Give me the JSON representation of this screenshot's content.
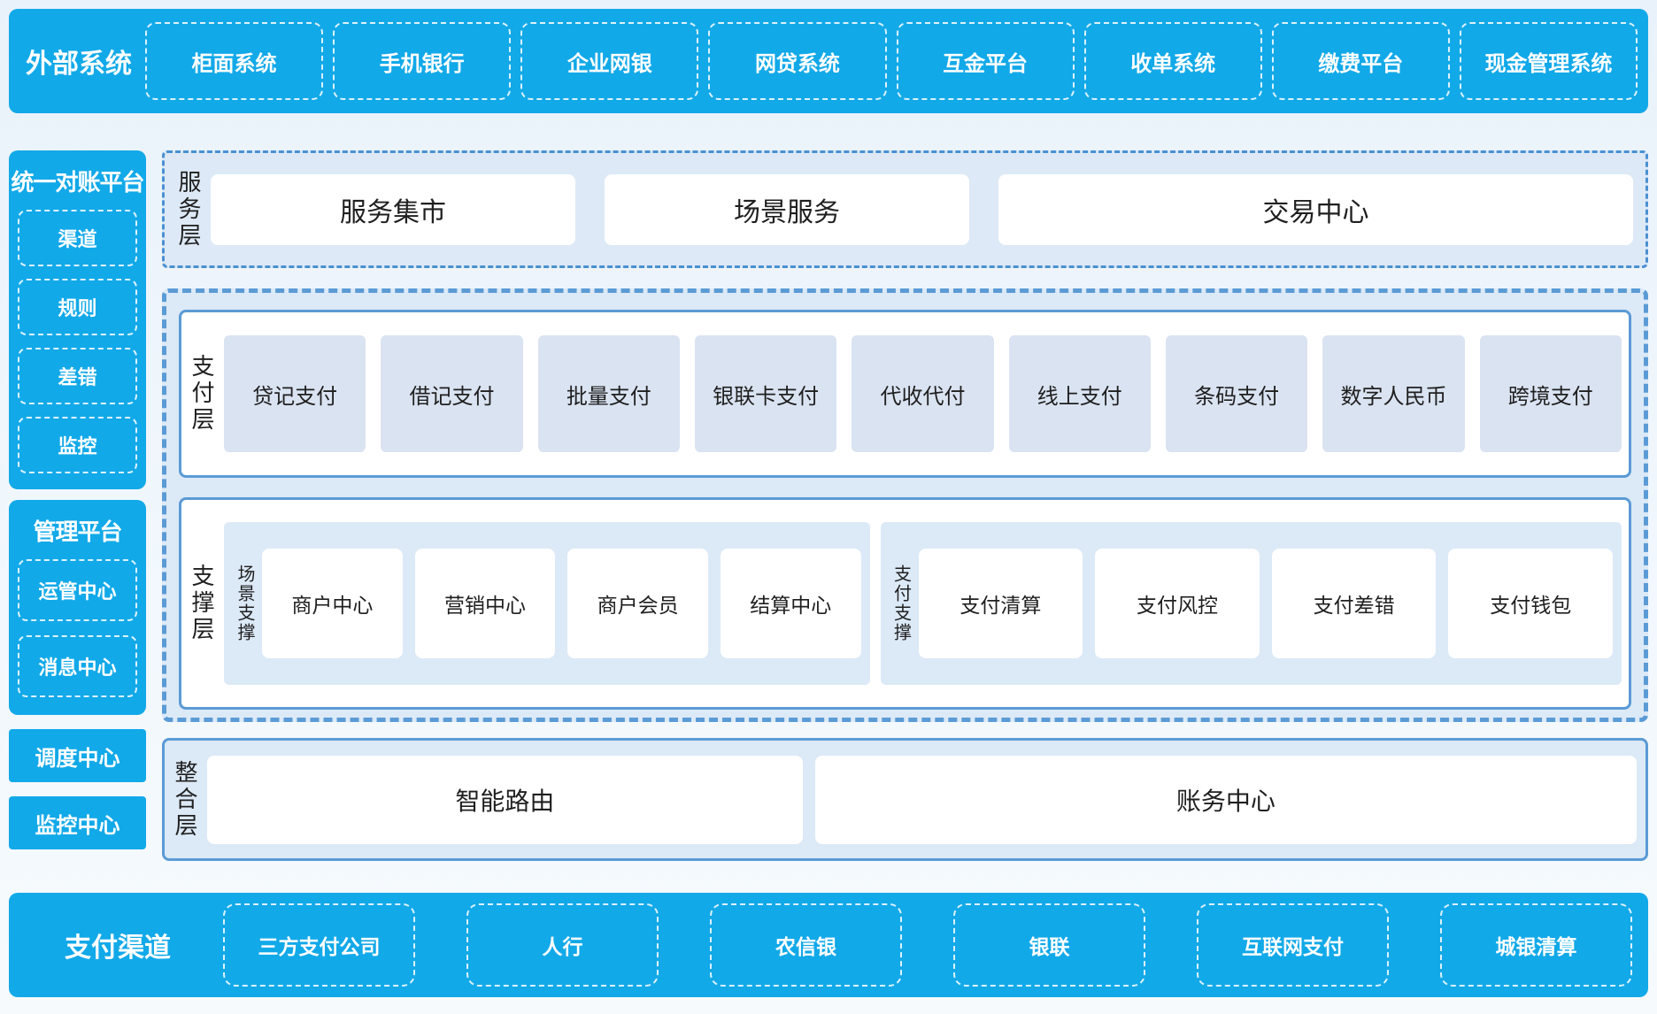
{
  "colors": {
    "accent_blue": "#12a9e9",
    "panel_light_blue": "#dce9f7",
    "item_light_blue": "#dae3f1",
    "border_blue": "#5b9bd5",
    "text_dark": "#1f1f1f",
    "text_white": "#ffffff"
  },
  "top_bar": {
    "title": "外部系统",
    "chips": [
      "柜面系统",
      "手机银行",
      "企业网银",
      "网贷系统",
      "互金平台",
      "收单系统",
      "缴费平台",
      "现金管理系统"
    ]
  },
  "sidebar": {
    "panels": [
      {
        "title": "统一对账平台",
        "chips": [
          "渠道",
          "规则",
          "差错",
          "监控"
        ]
      },
      {
        "title": "管理平台",
        "chips": [
          "运管中心",
          "消息中心"
        ]
      }
    ],
    "boxes": [
      "调度中心",
      "监控中心"
    ]
  },
  "layers": {
    "service": {
      "label": "服务层",
      "boxes": [
        "服务集市",
        "场景服务",
        "交易中心"
      ]
    },
    "payment": {
      "label": "支付层",
      "items": [
        "贷记支付",
        "借记支付",
        "批量支付",
        "银联卡支付",
        "代收代付",
        "线上支付",
        "条码支付",
        "数字人民币",
        "跨境支付"
      ]
    },
    "support": {
      "label": "支撑层",
      "groups": [
        {
          "label": "场景支撑",
          "items": [
            "商户中心",
            "营销中心",
            "商户会员",
            "结算中心"
          ]
        },
        {
          "label": "支付支撑",
          "items": [
            "支付清算",
            "支付风控",
            "支付差错",
            "支付钱包"
          ]
        }
      ]
    },
    "integration": {
      "label": "整合层",
      "boxes": [
        "智能路由",
        "账务中心"
      ]
    }
  },
  "bottom_bar": {
    "title": "支付渠道",
    "chips": [
      "三方支付公司",
      "人行",
      "农信银",
      "银联",
      "互联网支付",
      "城银清算"
    ]
  }
}
